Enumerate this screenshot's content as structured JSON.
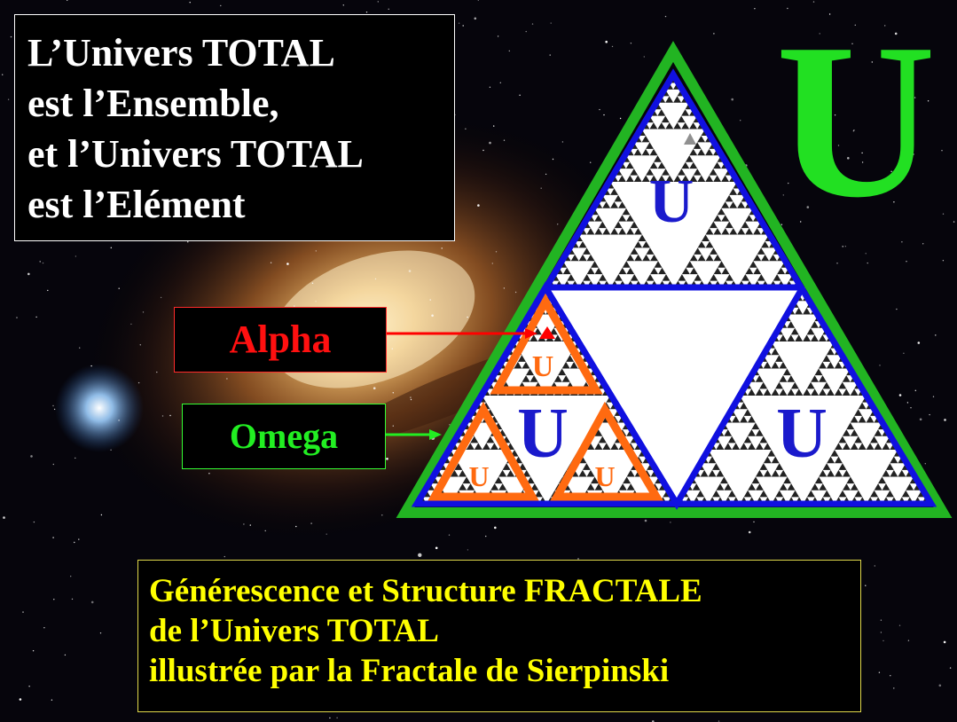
{
  "title_lines": [
    "L’Univers TOTAL",
    "est l’Ensemble,",
    "et l’Univers TOTAL",
    "est l’Elément"
  ],
  "big_letter": "U",
  "triangle_letter": "U",
  "labels": {
    "alpha": "Alpha",
    "omega": "Omega"
  },
  "caption_lines": [
    "Générescence et Structure FRACTALE",
    "de l’Univers TOTAL",
    "illustrée par la Fractale de Sierpinski"
  ],
  "colors": {
    "outer_border": "#22b422",
    "blue_border": "#1010e0",
    "orange_border": "#ff6a10",
    "u_blue": "#1a1acc",
    "u_orange": "#ff6a10",
    "alpha_red": "#ff0000",
    "omega_green": "#22ee22",
    "caption_yellow": "#ffff00",
    "big_u_green": "#22e022"
  }
}
